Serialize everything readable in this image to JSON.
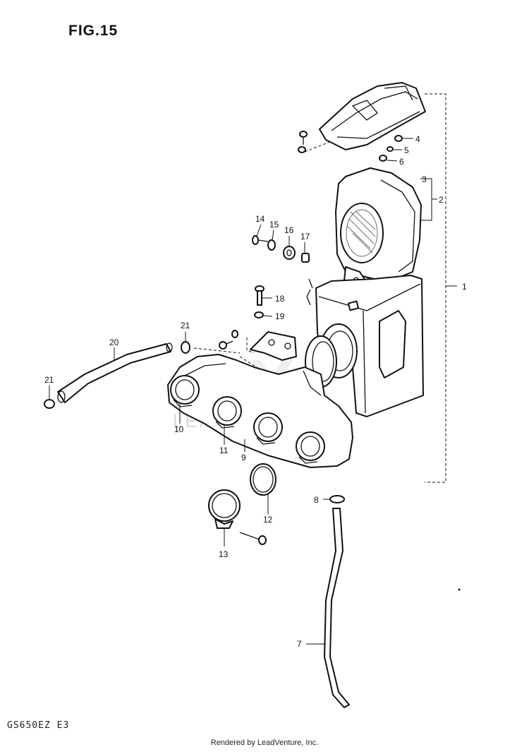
{
  "figure": {
    "title": "FIG.15",
    "model_code": "GS650EZ E3"
  },
  "footer": {
    "credit": "Rendered by LeadVenture, Inc."
  },
  "watermark": {
    "text": "LEADVENTURE"
  },
  "callouts": {
    "p1": "1",
    "p2": "2",
    "p3": "3",
    "p4": "4",
    "p5": "5",
    "p6": "6",
    "p7": "7",
    "p8": "8",
    "p9": "9",
    "p10": "10",
    "p11": "11",
    "p12": "12",
    "p13": "13",
    "p14": "14",
    "p15": "15",
    "p16": "16",
    "p17": "17",
    "p18": "18",
    "p19": "19",
    "p20": "20",
    "p21a": "21",
    "p21b": "21"
  }
}
